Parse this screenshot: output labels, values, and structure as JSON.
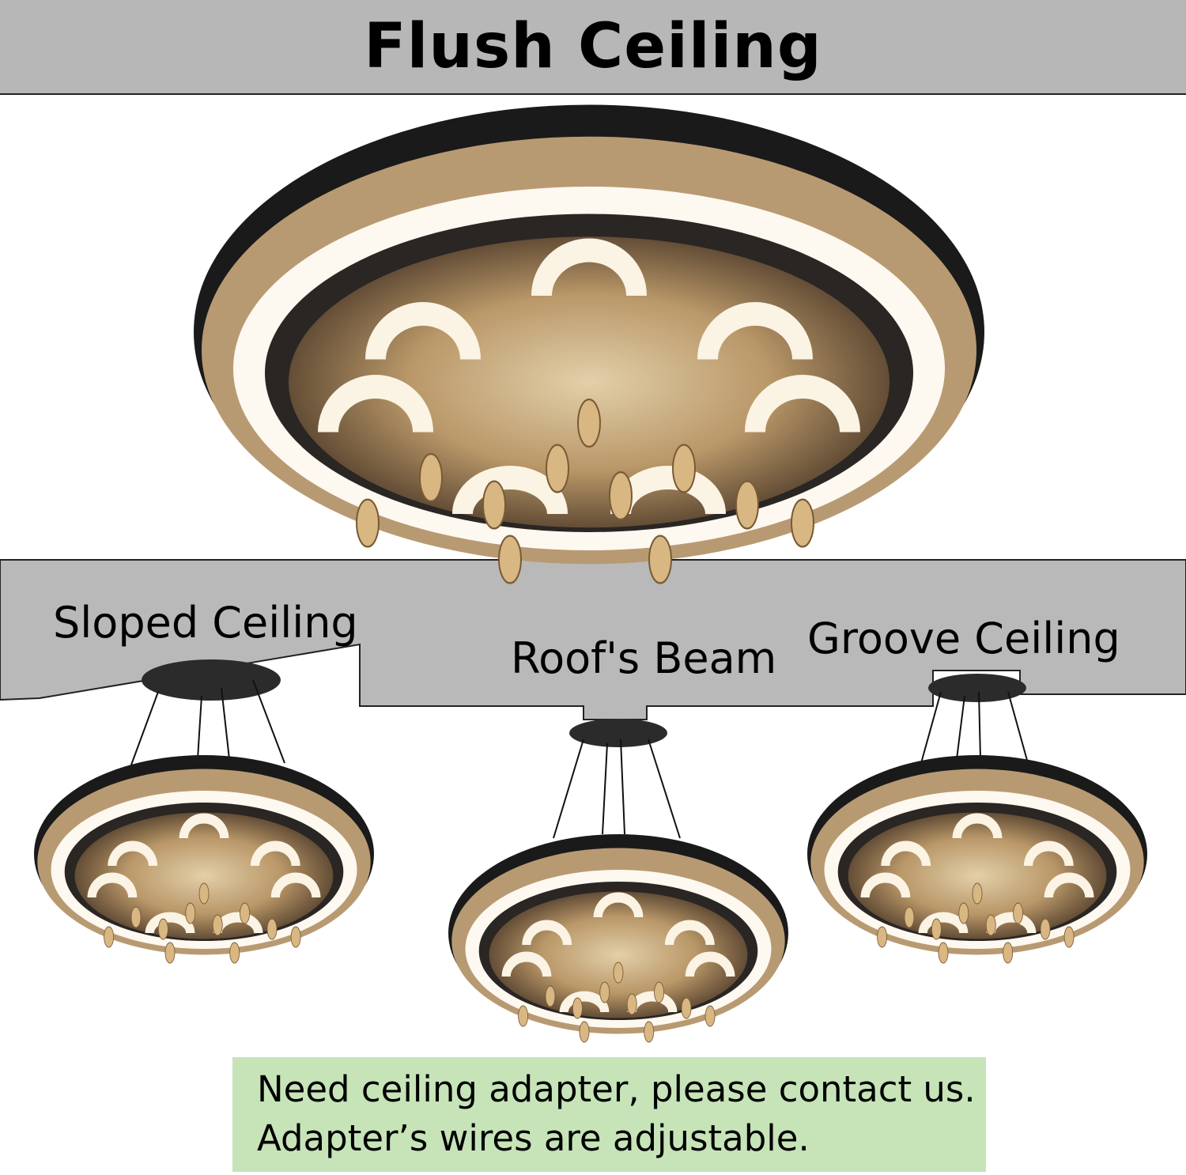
{
  "header": {
    "title": "Flush Ceiling"
  },
  "mount_types": [
    {
      "label": "Sloped Ceiling"
    },
    {
      "label": "Roof's Beam"
    },
    {
      "label": "Groove Ceiling"
    }
  ],
  "note": {
    "line1": "Need ceiling adapter, please contact us.",
    "line2": "Adapter’s wires are adjustable."
  },
  "colors": {
    "banner": "#b7b7b7",
    "ceiling": "#b9b9b9",
    "note_bg": "#c6e4b8"
  }
}
